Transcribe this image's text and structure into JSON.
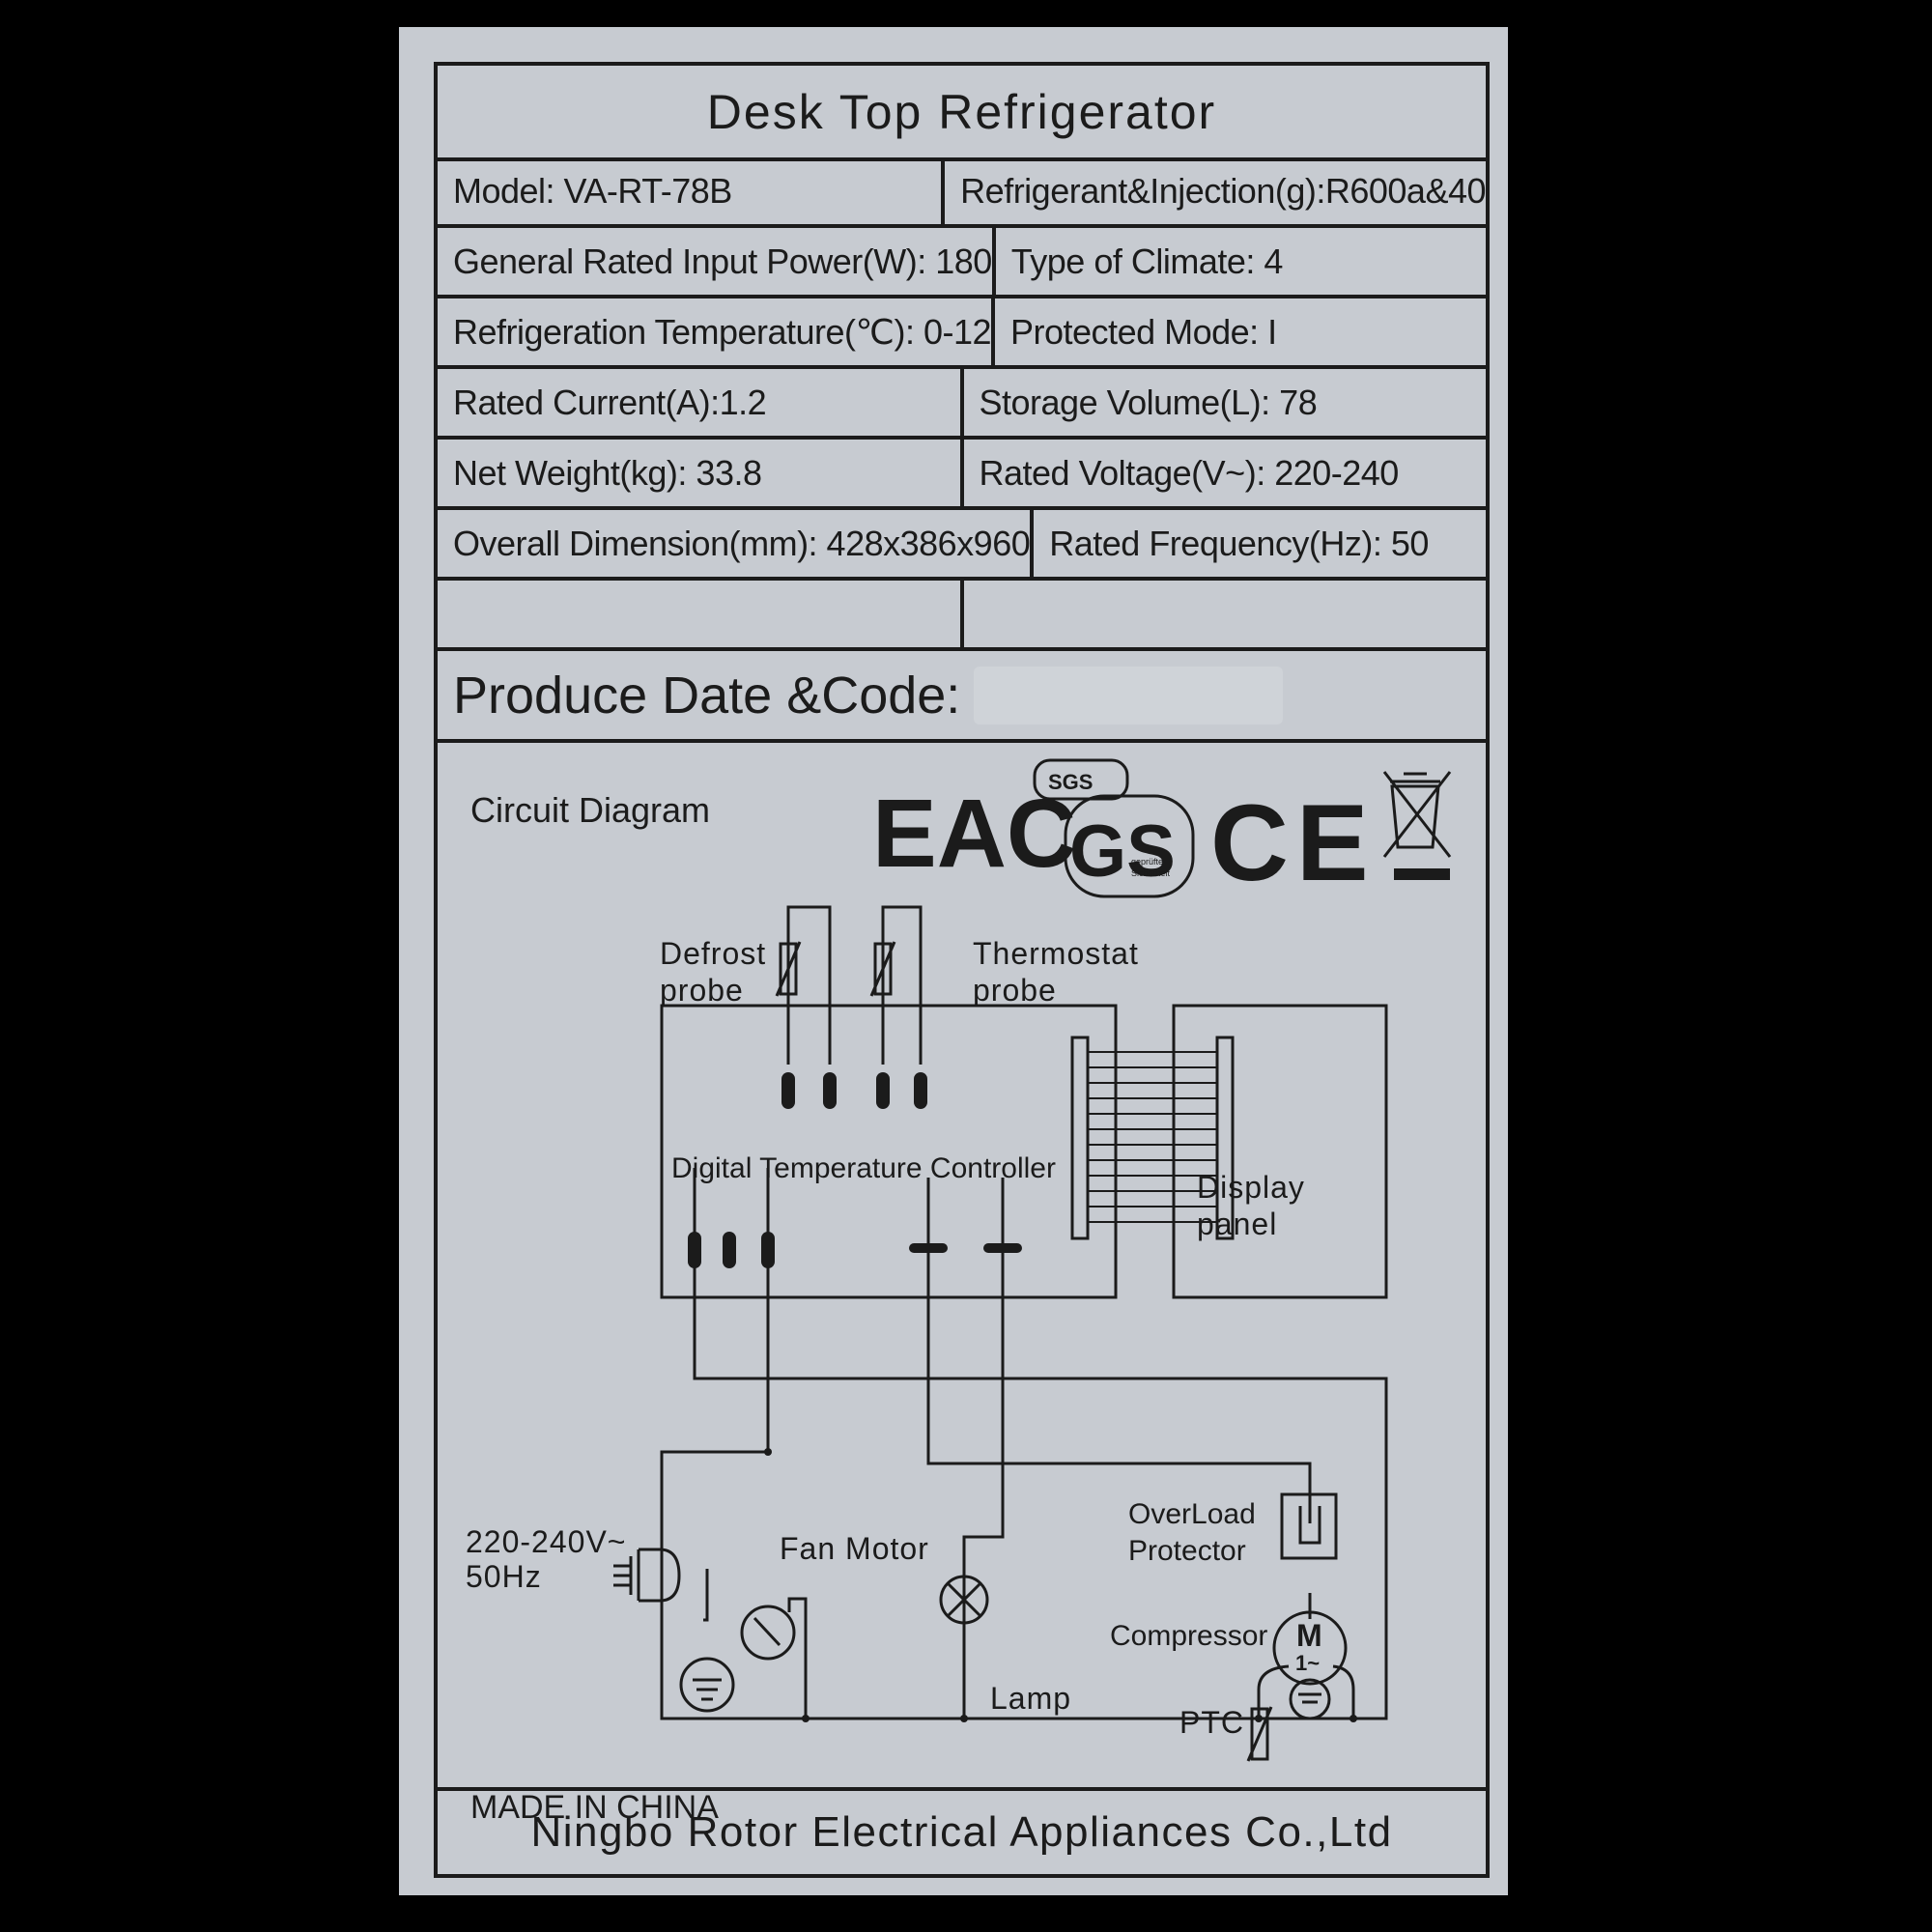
{
  "title": "Desk Top Refrigerator",
  "specs": [
    {
      "left": "Model: VA-RT-78B",
      "right": "Refrigerant&Injection(g):R600a&40"
    },
    {
      "left": "General Rated Input Power(W): 180",
      "right": "Type of Climate: 4"
    },
    {
      "left": "Refrigeration Temperature(℃): 0-12",
      "right": "Protected  Mode: I"
    },
    {
      "left": "Rated Current(A):1.2",
      "right": "Storage Volume(L): 78"
    },
    {
      "left": "Net Weight(kg): 33.8",
      "right": "Rated Voltage(V~): 220-240"
    },
    {
      "left": "Overall Dimension(mm): 428x386x960",
      "right": "Rated Frequency(Hz): 50"
    },
    {
      "left": "",
      "right": ""
    }
  ],
  "produce_label": "Produce Date &Code:",
  "diagram": {
    "heading": "Circuit Diagram",
    "defrost_line1": "Defrost",
    "defrost_line2": "probe",
    "thermostat_line1": "Thermostat",
    "thermostat_line2": "probe",
    "controller": "Digital Temperature Controller",
    "display_line1": "Display",
    "display_line2": "panel",
    "supply_line1": "220-240V~",
    "supply_line2": "50Hz",
    "fan_motor": "Fan Motor",
    "overload_line1": "OverLoad",
    "overload_line2": "Protector",
    "compressor": "Compressor",
    "motor_letter": "M",
    "motor_sub": "1~",
    "lamp": "Lamp",
    "ptc": "PTC",
    "made_in": "MADE IN CHINA"
  },
  "marks": {
    "eac": "EAC",
    "sgs": "SGS",
    "gs": "GS",
    "gs_sub1": "geprüfte",
    "gs_sub2": "Sicherheit",
    "ce": "CE"
  },
  "footer": "Ningbo Rotor Electrical Appliances Co.,Ltd"
}
